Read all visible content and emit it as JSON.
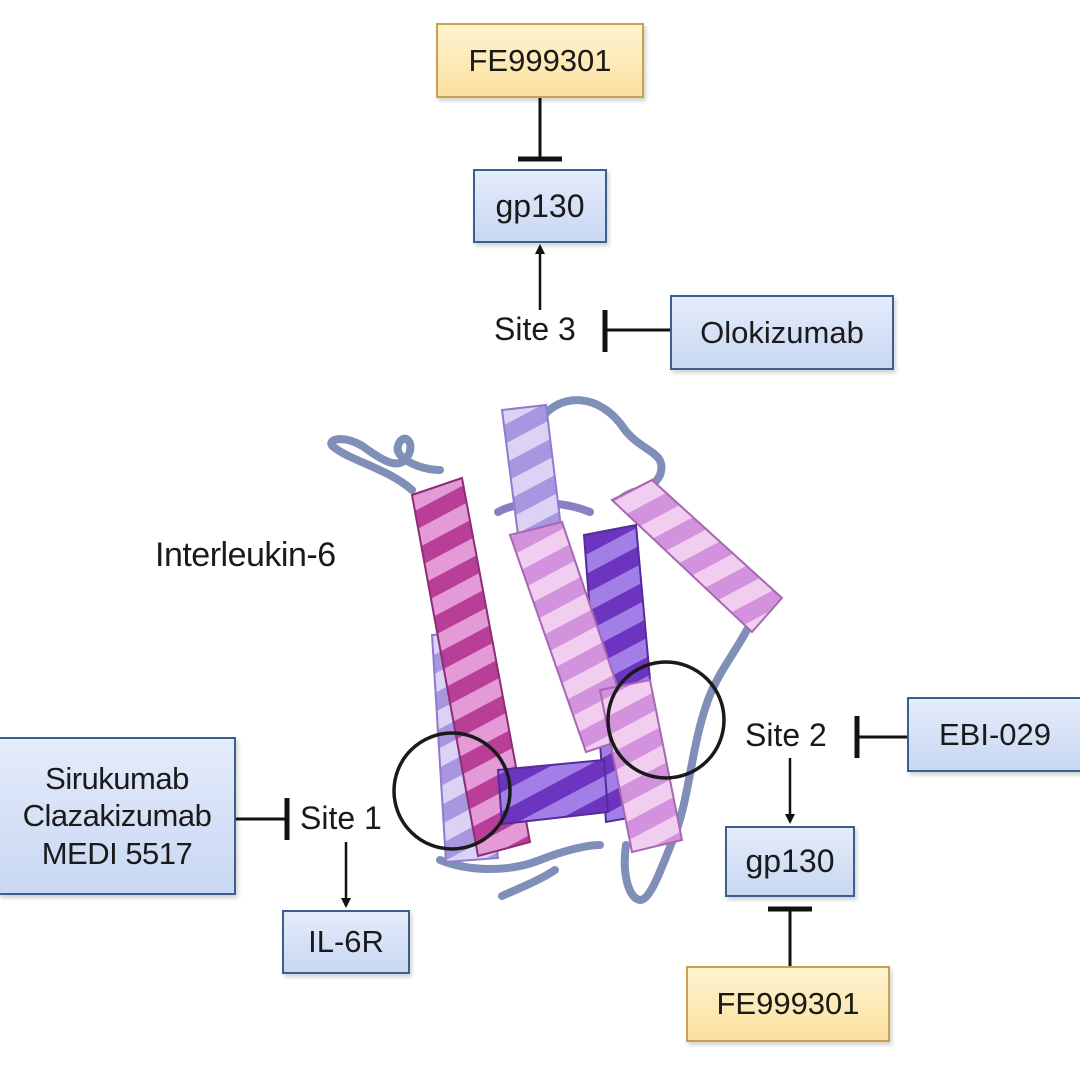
{
  "protein_label": "Interleukin-6",
  "sites": {
    "site1": "Site 1",
    "site2": "Site 2",
    "site3": "Site 3"
  },
  "boxes": {
    "fe_top": "FE999301",
    "gp130_top": "gp130",
    "olokizumab": "Olokizumab",
    "site1_drugs": [
      "Sirukumab",
      "Clazakizumab",
      "MEDI 5517"
    ],
    "il6r": "IL-6R",
    "ebi029": "EBI-029",
    "gp130_right": "gp130",
    "fe_bottom": "FE999301"
  },
  "colors": {
    "receptor_fill": "#cfdcf3",
    "receptor_border": "#3d5f8e",
    "inhibitor_fill": "#fbe4a6",
    "inhibitor_border": "#c9a04c",
    "helix_magenta": "#c74aa6",
    "helix_violet": "#7e46c8",
    "helix_lavender": "#b7a5e6",
    "helix_pink": "#dba0e0",
    "loop": "#7f8fb8"
  }
}
